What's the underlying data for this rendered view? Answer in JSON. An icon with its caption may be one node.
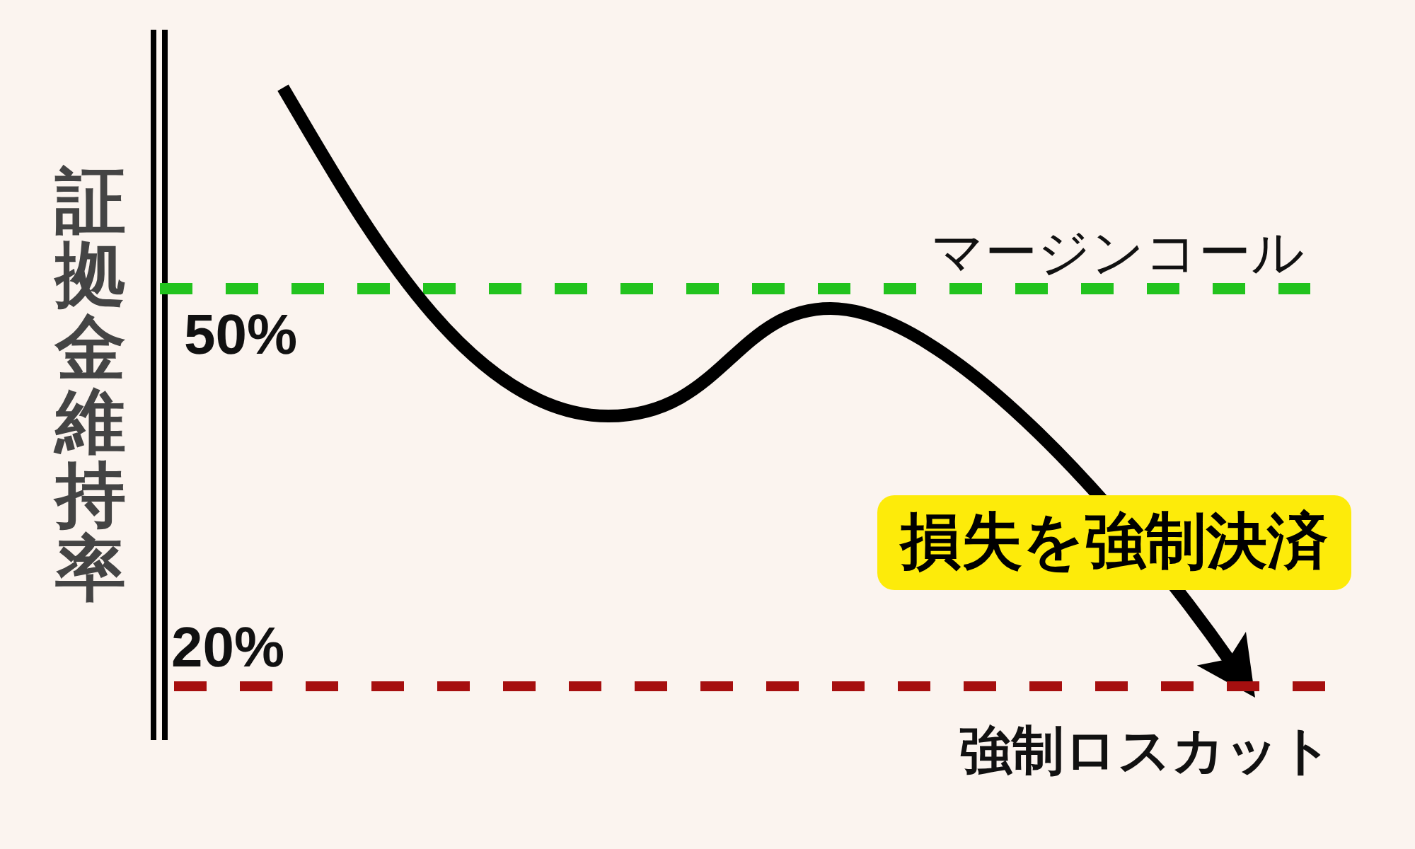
{
  "diagram": {
    "nodes": [
      {
        "text": [
          "損失を強制決済"
        ]
      }
    ],
    "labels": [
      "証拠金維持率",
      "マージンコール",
      "50%",
      "20%",
      "強制ロスカット"
    ]
  }
}
